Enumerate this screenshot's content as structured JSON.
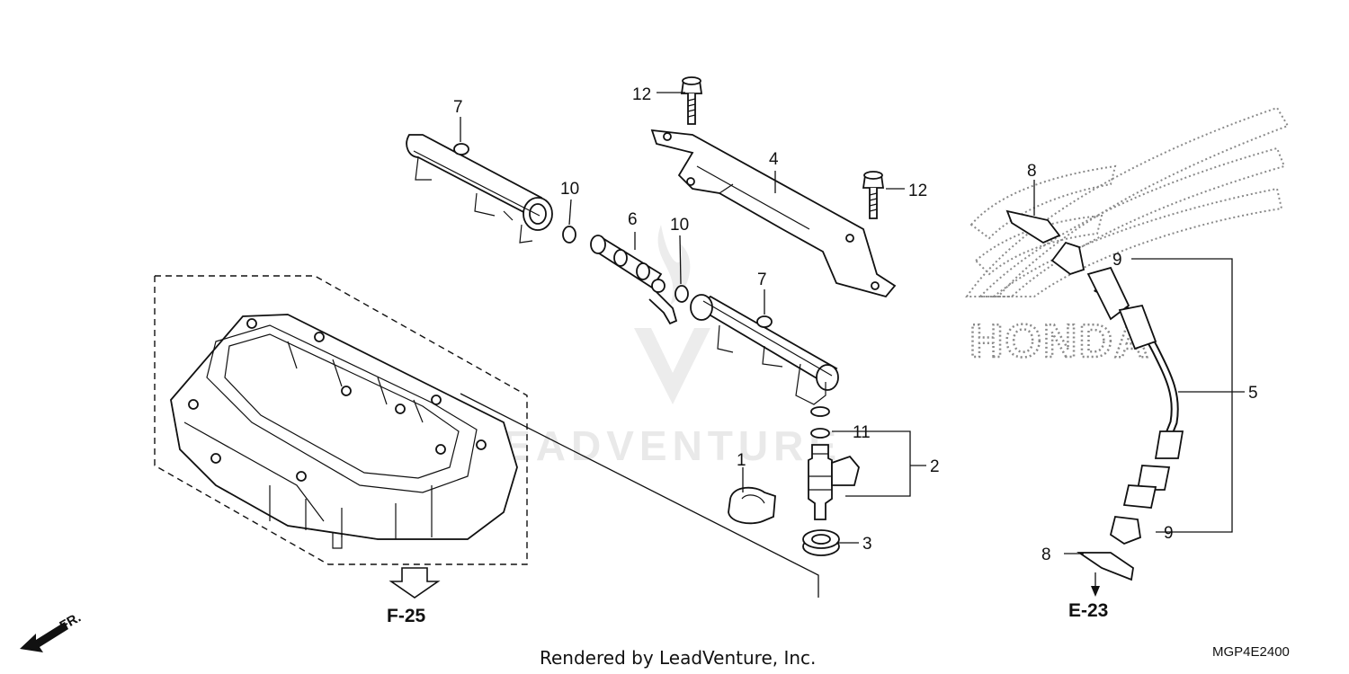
{
  "watermark": {
    "brand_text": "LEADVENTURE",
    "logo_text": "HONDA"
  },
  "callouts": {
    "c1": "1",
    "c2": "2",
    "c3": "3",
    "c4": "4",
    "c5": "5",
    "c6": "6",
    "c7a": "7",
    "c7b": "7",
    "c8a": "8",
    "c8b": "8",
    "c9a": "9",
    "c9b": "9",
    "c10a": "10",
    "c10b": "10",
    "c11": "11",
    "c12a": "12",
    "c12b": "12"
  },
  "references": {
    "left": "F-25",
    "right": "E-23",
    "front": "FR."
  },
  "footer": {
    "credit": "Rendered by LeadVenture, Inc.",
    "diagram_code": "MGP4E2400"
  }
}
